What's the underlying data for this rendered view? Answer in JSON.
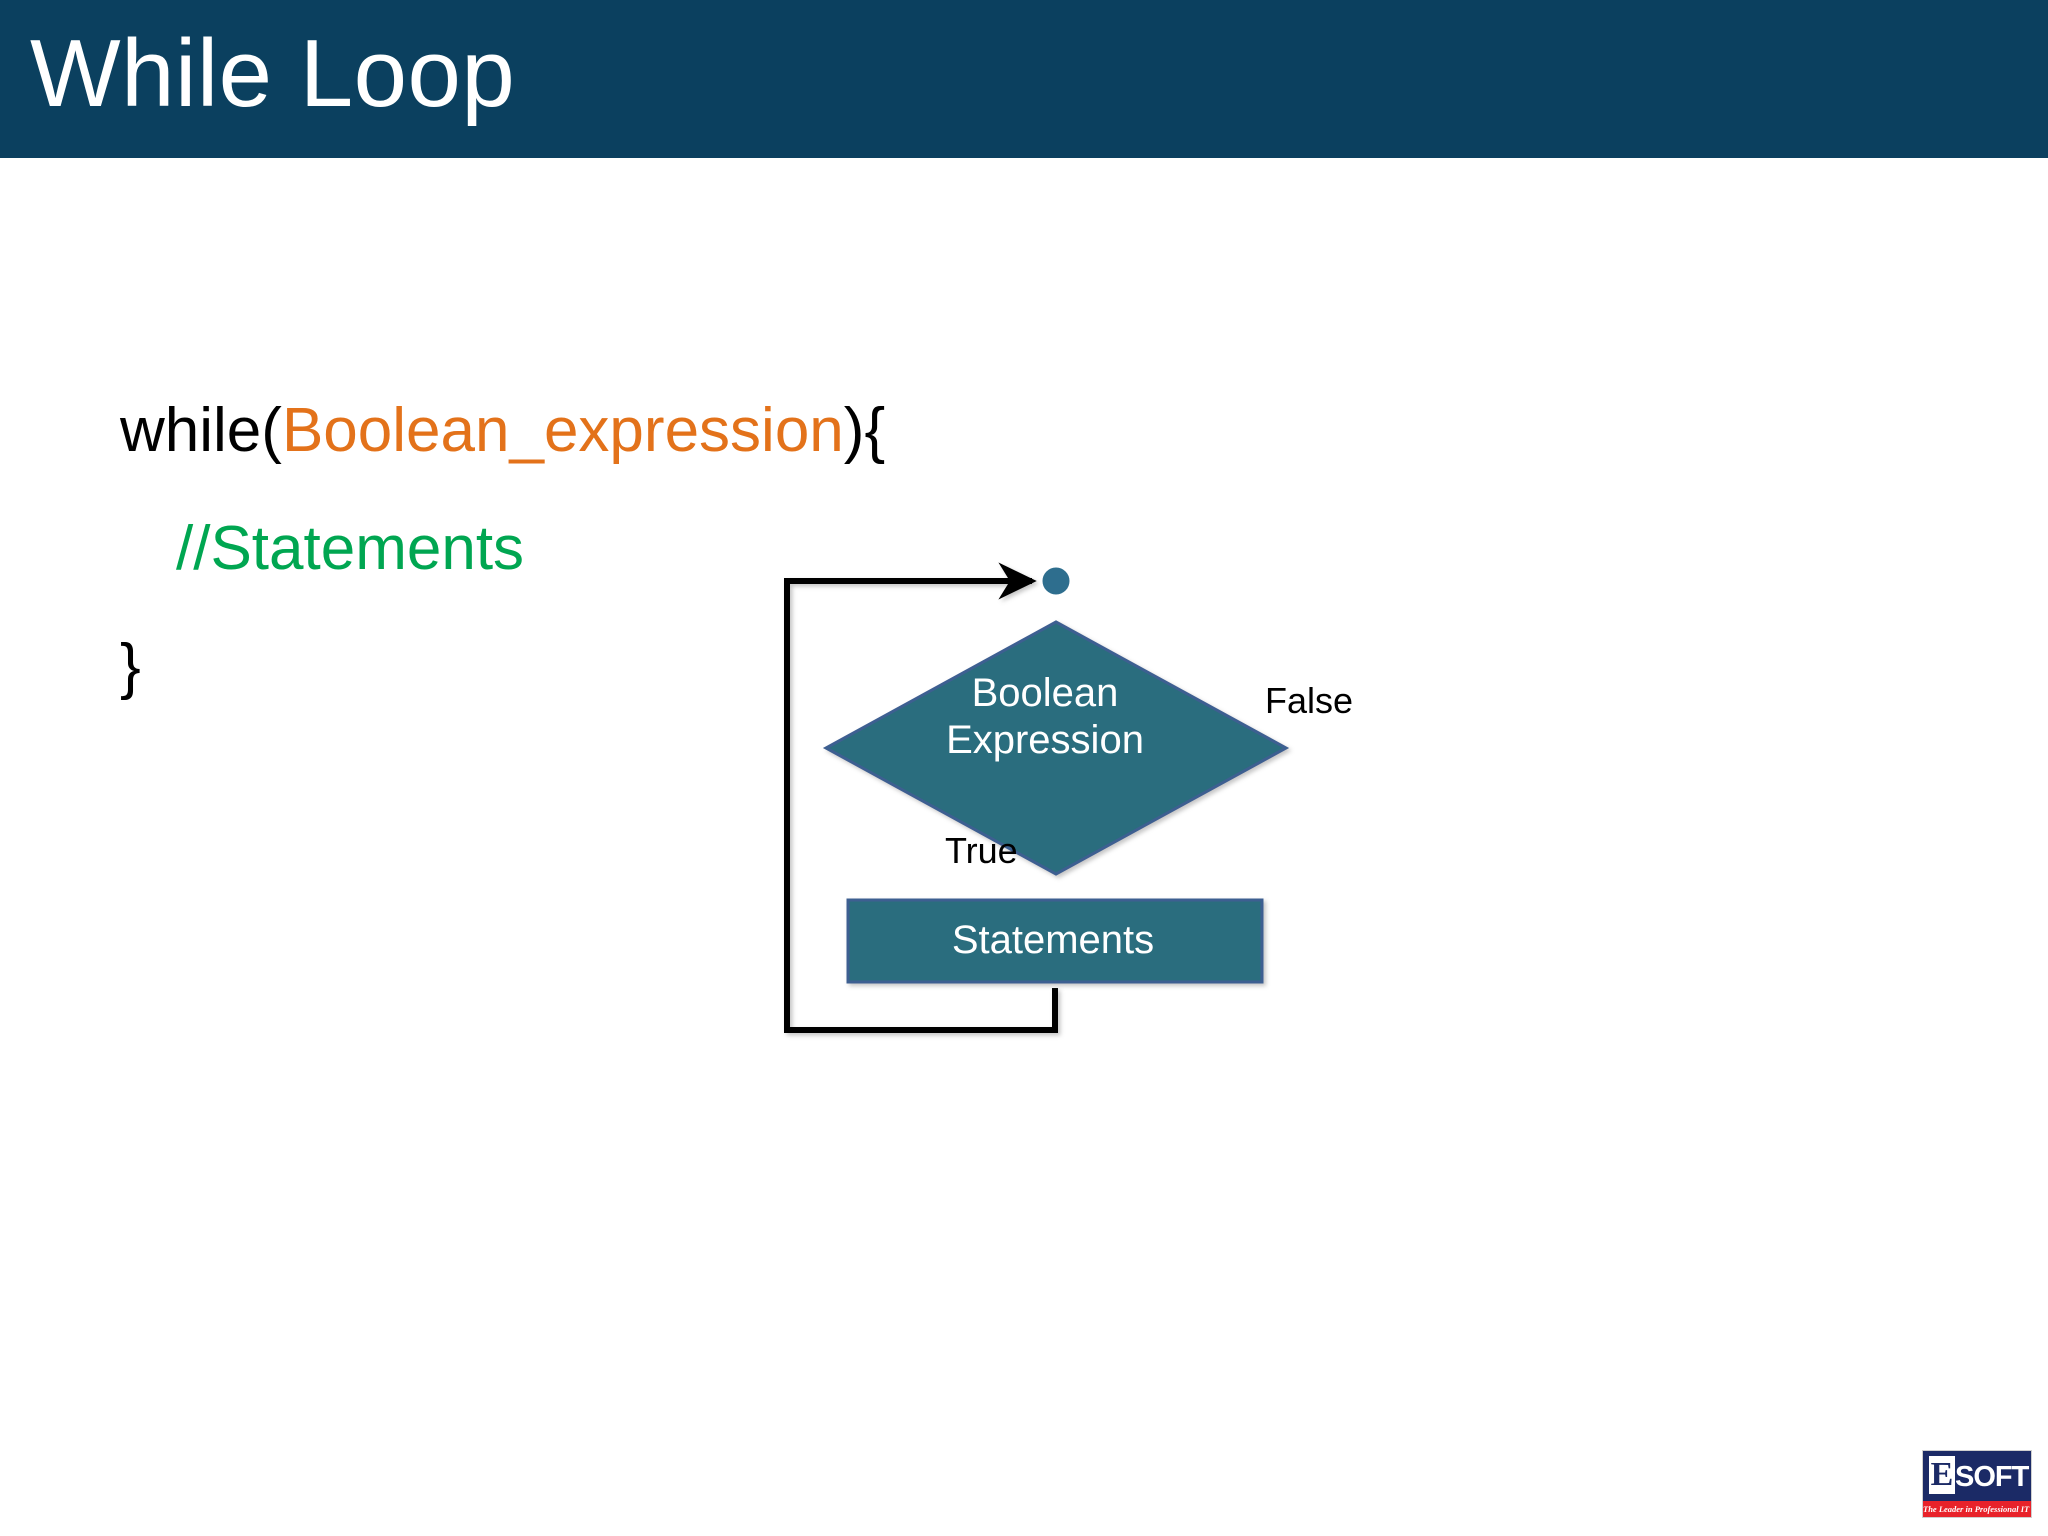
{
  "slide": {
    "title": "While Loop",
    "background_color": "#ffffff",
    "title_bar_color": "#0b405f",
    "title_color": "#ffffff"
  },
  "code": {
    "lines": [
      {
        "id": "while-header",
        "segments": [
          {
            "text": "while(",
            "color": "#000000",
            "kind": "plain"
          },
          {
            "text": "Boolean_expression",
            "color": "#e3721a",
            "kind": "expression"
          },
          {
            "text": "){",
            "color": "#000000",
            "kind": "plain"
          }
        ]
      },
      {
        "id": "body-comment",
        "indent": true,
        "segments": [
          {
            "text": "//Statements",
            "color": "#00a651",
            "kind": "comment"
          }
        ]
      },
      {
        "id": "close-brace",
        "segments": [
          {
            "text": "}",
            "color": "#000000",
            "kind": "plain"
          }
        ]
      }
    ],
    "line1_plain_open": "while(",
    "line1_expression": "Boolean_expression",
    "line1_plain_close": "){",
    "line2_comment": "//Statements",
    "line3_brace": "}"
  },
  "flowchart": {
    "type": "flowchart",
    "accent_color": "#2a6d7e",
    "junction_color": "#2e6e8e",
    "connector_color": "#000000",
    "nodes": [
      {
        "id": "entry-arrow",
        "shape": "arrow",
        "label": ""
      },
      {
        "id": "merge-junction",
        "shape": "circle",
        "label": ""
      },
      {
        "id": "condition",
        "shape": "diamond",
        "label": "Boolean\nExpression",
        "line1": "Boolean",
        "line2": "Expression"
      },
      {
        "id": "statements",
        "shape": "rectangle",
        "label": "Statements"
      },
      {
        "id": "exit-arrow",
        "shape": "arrow",
        "label": ""
      }
    ],
    "edges": [
      {
        "from": "entry-arrow",
        "to": "merge-junction",
        "label": ""
      },
      {
        "from": "merge-junction",
        "to": "condition",
        "label": ""
      },
      {
        "from": "condition",
        "to": "exit-arrow",
        "label": "False"
      },
      {
        "from": "condition",
        "to": "statements",
        "label": "True"
      },
      {
        "from": "statements",
        "to": "merge-junction",
        "label": ""
      }
    ],
    "condition_label_line1": "Boolean",
    "condition_label_line2": "Expression",
    "statements_label": "Statements",
    "label_false": "False",
    "label_true": "True"
  },
  "logo": {
    "name": "esoft-logo",
    "initial": "E",
    "wordmark": "SOFT",
    "tagline": "The Leader in Professional IT Education",
    "background_color": "#1b2a66",
    "tagline_background_color": "#e8222a"
  }
}
